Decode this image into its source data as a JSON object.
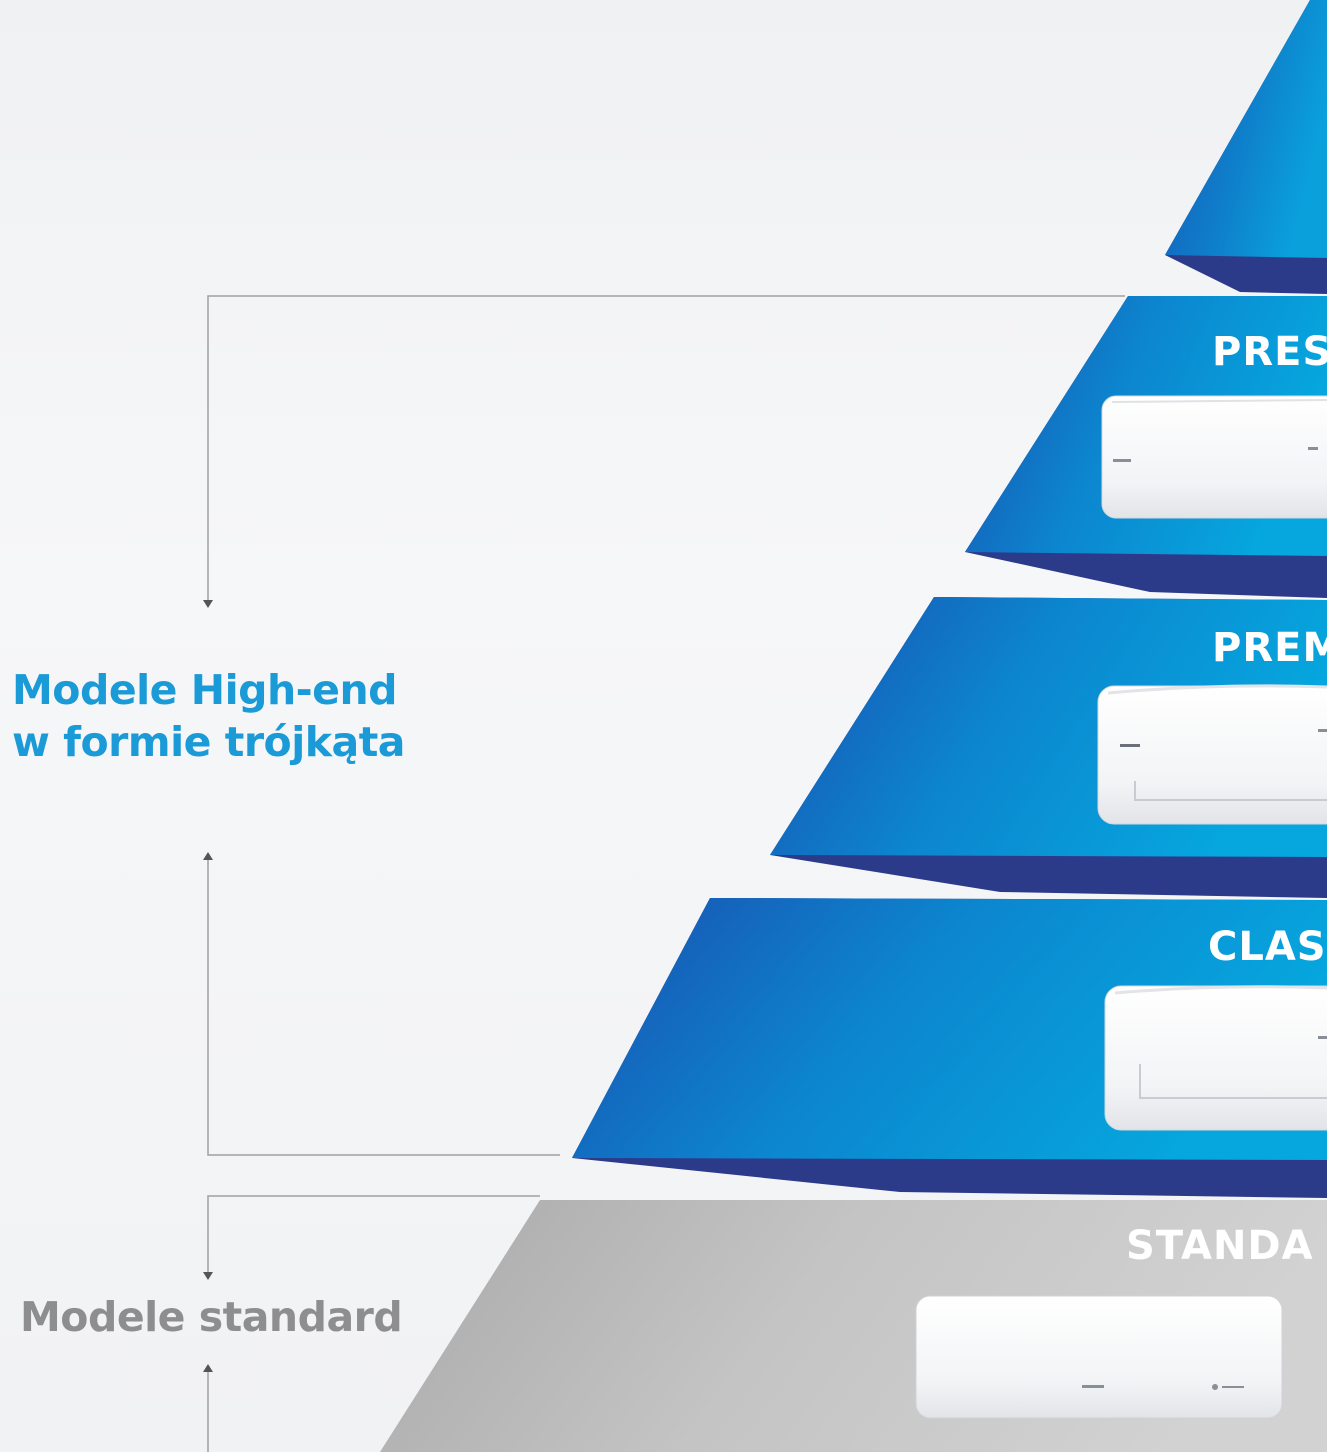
{
  "side_labels": {
    "high_end_line1": "Modele High-end",
    "high_end_line2": "w formie trójkąta",
    "standard": "Modele standard"
  },
  "tiers": [
    {
      "label": "PRES"
    },
    {
      "label": "PREM"
    },
    {
      "label": "CLAS"
    },
    {
      "label": "STANDA"
    }
  ],
  "colors": {
    "high_end_text": "#1a9ad6",
    "standard_text": "#8e8e90",
    "tier_blue_top": "#1565c0",
    "tier_blue_bottom": "#0b8fd8",
    "tier_edge": "#2c3e8c",
    "standard_gray": "#bdbdbd",
    "bracket_line": "#9a9a9a"
  }
}
